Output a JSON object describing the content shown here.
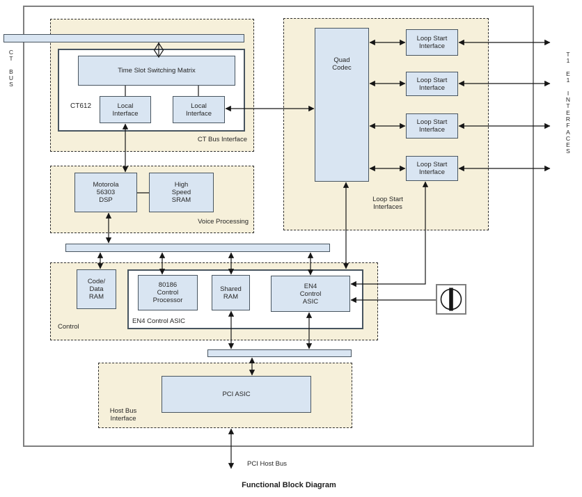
{
  "title": "Functional Block Diagram",
  "side_labels": {
    "ct_bus": "C\nT\n\nB\nU\nS",
    "t1e1": "T\n1\n\nE\n1\n\nI\nN\nT\nE\nR\nF\nA\nC\nE\nS"
  },
  "groups": {
    "ct_bus_interface": {
      "label": "CT Bus Interface"
    },
    "voice_processing": {
      "label": "Voice Processing"
    },
    "control": {
      "label": "Control",
      "asic_group_label": "EN4 Control ASIC"
    },
    "host_bus_interface": {
      "label": "Host Bus\nInterface"
    },
    "loop_start": {
      "label": "Loop Start\nInterfaces"
    }
  },
  "labels": {
    "ct612": "CT612",
    "pci_host_bus": "PCI Host Bus"
  },
  "blocks": {
    "matrix": "Time Slot Switching Matrix",
    "local_if_left": "Local\nInterface",
    "local_if_right": "Local\nInterface",
    "dsp": "Motorola\n56303\nDSP",
    "sram": "High\nSpeed\nSRAM",
    "code_ram": "Code/\nData\nRAM",
    "cpu": "80186\nControl\nProcessor",
    "shared_ram": "Shared\nRAM",
    "en4_asic": "EN4\nControl\nASIC",
    "pci_asic": "PCI ASIC",
    "quad_codec": "Quad\nCodec",
    "lsi_1": "Loop Start\nInterface",
    "lsi_2": "Loop Start\nInterface",
    "lsi_3": "Loop Start\nInterface",
    "lsi_4": "Loop Start\nInterface"
  },
  "icons": {
    "oscillator": "clock-oscillator-icon"
  },
  "colors": {
    "block_fill": "#d9e5f2",
    "block_border": "#47545f",
    "group_fill": "#f6f0da",
    "dash_border": "#2e2e2e",
    "outer_border": "#7f7f7f",
    "line": "#161616"
  }
}
